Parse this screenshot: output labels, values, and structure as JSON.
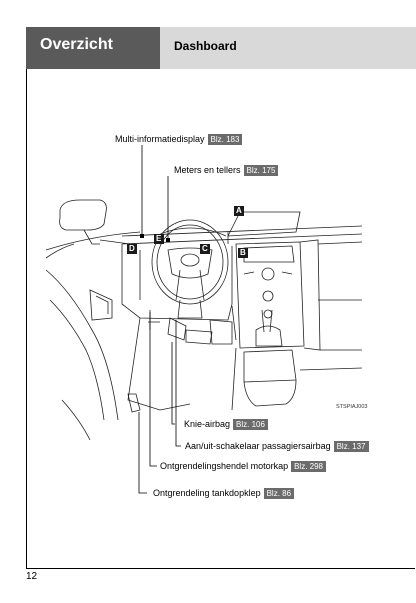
{
  "header": {
    "section": "Overzicht",
    "title": "Dashboard"
  },
  "callouts": {
    "mid": {
      "label": "Multi-informatiedisplay",
      "ref": "Blz. 183"
    },
    "meters": {
      "label": "Meters en tellers",
      "ref": "Blz. 175"
    },
    "knee": {
      "label": "Knie-airbag",
      "ref": "Blz. 106"
    },
    "airbag_switch": {
      "label": "Aan/uit-schakelaar passagiersairbag",
      "ref": "Blz. 137"
    },
    "hood": {
      "label": "Ontgrendelingshendel motorkap",
      "ref": "Blz. 298"
    },
    "fuel": {
      "label": "Ontgrendeling tankdopklep",
      "ref": "Blz. 86"
    }
  },
  "markers": [
    "A",
    "B",
    "C",
    "D",
    "E"
  ],
  "figure_id": "STSPIAJ003",
  "page_number": "12"
}
